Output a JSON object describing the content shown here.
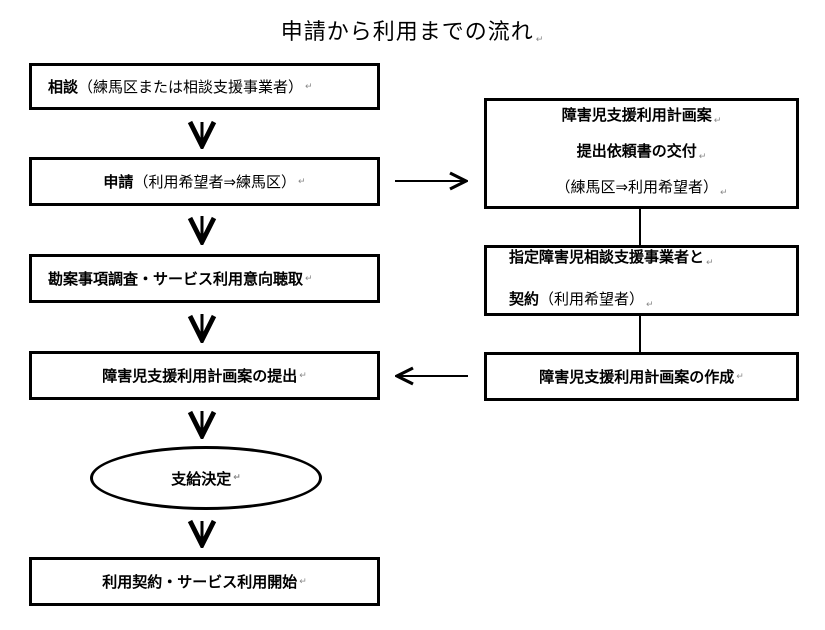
{
  "title": "申請から利用までの流れ",
  "return_mark": "↵",
  "steps": {
    "soudan": {
      "bold": "相談",
      "normal": "（練馬区または相談支援事業者）"
    },
    "shinsei": {
      "bold": "申請",
      "normal": "（利用希望者⇒練馬区）"
    },
    "chousa": {
      "bold": "勘案事項調査・サービス利用意向聴取"
    },
    "teishutsu": {
      "bold": "障害児支援利用計画案の提出"
    },
    "kettei": {
      "bold": "支給決定"
    },
    "kaishi": {
      "bold": "利用契約・サービス利用開始"
    }
  },
  "right_steps": {
    "koufu": {
      "line1": "障害児支援利用計画案",
      "line2": "提出依頼書の交付",
      "line3": "（練馬区⇒利用希望者）"
    },
    "keiyaku": {
      "line1": "指定障害児相談支援事業者と",
      "line2_bold": "契約",
      "line2_normal": "（利用希望者）"
    },
    "sakusei": {
      "bold": "障害児支援利用計画案の作成"
    }
  }
}
